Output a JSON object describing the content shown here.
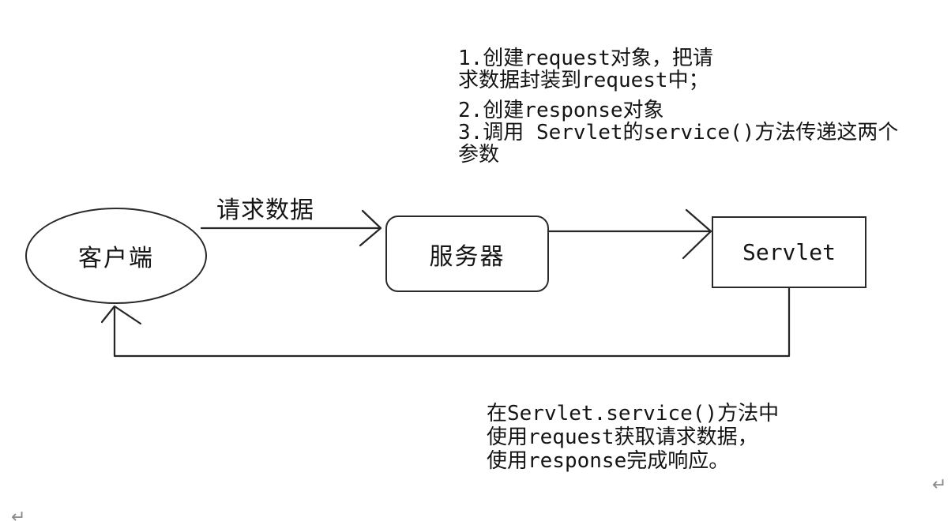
{
  "diagram": {
    "colors": {
      "background": "#ffffff",
      "stroke": "#262626",
      "text": "#141414",
      "formatting_mark": "#8a8a8a"
    },
    "nodes": {
      "client_label": "客户端",
      "server_label": "服务器",
      "servlet_label": "Servlet"
    },
    "arrows": {
      "request_label": "请求数据"
    },
    "top_note": {
      "para1": [
        "1.创建request对象，把请",
        "求数据封装到request中；"
      ],
      "para2": [
        "2.创建response对象",
        "3.调用 Servlet的service()方法传递这两个",
        "参数"
      ]
    },
    "bottom_note": [
      "在Servlet.service()方法中",
      "使用request获取请求数据，",
      "使用response完成响应。"
    ],
    "paragraph_marks": [
      "↵",
      "↵"
    ]
  }
}
